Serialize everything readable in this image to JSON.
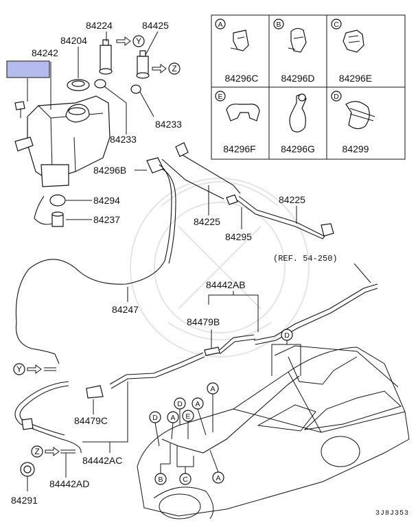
{
  "part_numbers": {
    "p84224": "84224",
    "p84425": "84425",
    "p84204": "84204",
    "p84242": "84242",
    "p84233_top": "84233",
    "p84233_bottom": "84233",
    "p84296B": "84296B",
    "p84294": "84294",
    "p84237": "84237",
    "p84225_left": "84225",
    "p84225_right": "84225",
    "p84295": "84295",
    "p84247": "84247",
    "p84442AB": "84442AB",
    "p84479B": "84479B",
    "p84479C": "84479C",
    "p84442AC": "84442AC",
    "p84442AD": "84442AD",
    "p84291": "84291"
  },
  "reference": "(REF. 54-250)",
  "diagram_code": "3J8J353",
  "clip_table": [
    {
      "letter": "A",
      "part": "84296C"
    },
    {
      "letter": "B",
      "part": "84296D"
    },
    {
      "letter": "C",
      "part": "84296E"
    },
    {
      "letter": "E",
      "part": "84296F"
    },
    {
      "letter": "",
      "part": "84296G"
    },
    {
      "letter": "D",
      "part": "84299"
    }
  ],
  "connector_labels": {
    "Y": "Y",
    "Z": "Z"
  },
  "car_callouts": {
    "D": "D",
    "A": "A",
    "E": "E",
    "B": "B",
    "C": "C"
  },
  "colors": {
    "line": "#111111",
    "label_box_fill": "#b4bcee",
    "watermark": "#e4e4e4"
  }
}
